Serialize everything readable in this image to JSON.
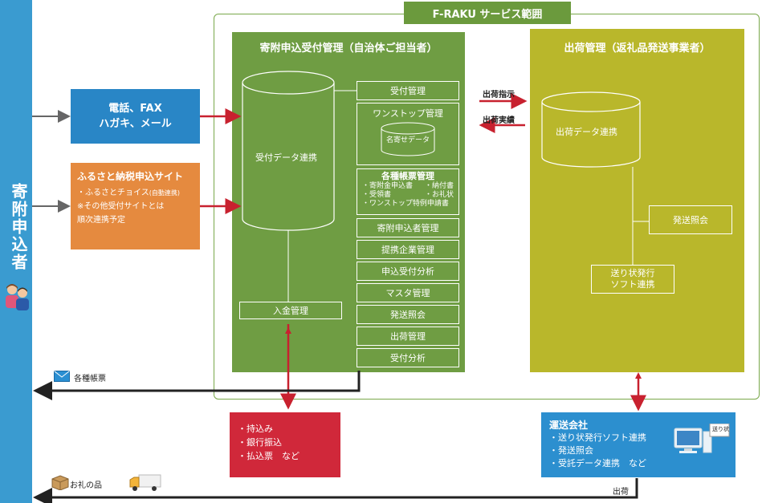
{
  "side": {
    "label": "寄附申込者"
  },
  "scope": {
    "title": "F-RAKU サービス範囲"
  },
  "inputs": {
    "phone": {
      "line1": "電話、FAX",
      "line2": "ハガキ、メール"
    },
    "site": {
      "title": "ふるさと納税申込サイト",
      "line1": "・ふるさとチョイス",
      "line1_small": "(自動連携)",
      "line2": "※その他受付サイトとは",
      "line3": "順次連携予定"
    }
  },
  "green": {
    "title": "寄附申込受付管理（自治体ご担当者）",
    "db_label": "受付データ連携",
    "nyukin": "入金管理",
    "modules": {
      "uketsuke": "受付管理",
      "onestop": "ワンストップ管理",
      "nayose": "名寄せデータ",
      "chohyo_title": "各種帳票管理",
      "chohyo_l1a": "・寄附金申込書",
      "chohyo_l1b": "・納付書",
      "chohyo_l2a": "・受領書",
      "chohyo_l2b": "・お礼状",
      "chohyo_l3": "・ワンストップ特例申請書",
      "m1": "寄附申込者管理",
      "m2": "提携企業管理",
      "m3": "申込受付分析",
      "m4": "マスタ管理",
      "m5": "発送照会",
      "m6": "出荷管理",
      "m7": "受付分析"
    }
  },
  "yellow": {
    "title": "出荷管理（返礼品発送事業者）",
    "db_label": "出荷データ連携",
    "hasso": "発送照会",
    "okurijo_l1": "送り状発行",
    "okurijo_l2": "ソフト連携"
  },
  "arrows": {
    "shijii": "出荷指示",
    "jisseki": "出荷実績",
    "shukka": "出荷"
  },
  "payment": {
    "l1": "・持込み",
    "l2": "・銀行振込",
    "l3": "・払込票　など"
  },
  "carrier": {
    "title": "運送会社",
    "l1": "・送り状発行ソフト連携",
    "l2": "・発送照会",
    "l3": "・受託データ連携　など",
    "pc_label": "送り状"
  },
  "bottom": {
    "chohyo": "各種帳票",
    "gift": "お礼の品"
  },
  "colors": {
    "arrow_red": "#c8212f",
    "arrow_dark": "#222222",
    "green": "#6f9d43",
    "yellow": "#b9b72b",
    "blue": "#2986c6"
  }
}
